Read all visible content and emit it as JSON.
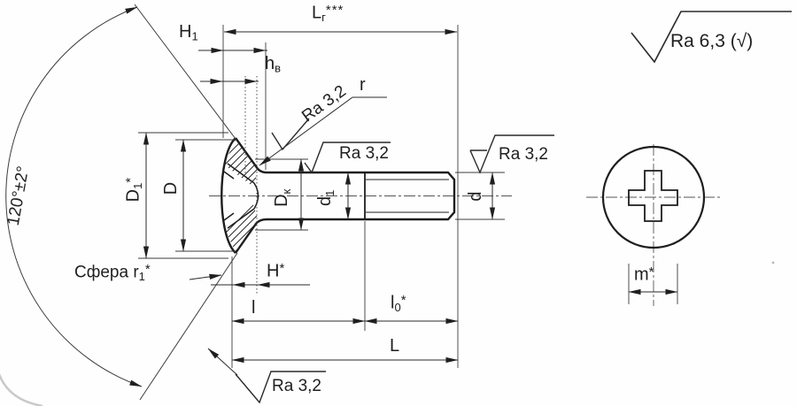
{
  "labels": {
    "angle": "120°±2°",
    "sphere_note": {
      "text": "Сфера r",
      "sub": "1",
      "sup": "*"
    },
    "roughness_local": "Ra 3,2",
    "roughness_general": "Ra 6,3 (√)",
    "fillet": "r",
    "dims": {
      "lg": {
        "base": "L",
        "sub": "г",
        "sup": "***"
      },
      "h1": {
        "base": "H",
        "sub": "1"
      },
      "hb": {
        "base": "h",
        "sub": "в"
      },
      "D1": {
        "base": "D",
        "sub": "1",
        "sup": "*"
      },
      "D": {
        "base": "D"
      },
      "Dk": {
        "base": "D",
        "sub": "к"
      },
      "d1": {
        "base": "d",
        "sub": "1"
      },
      "d": {
        "base": "d"
      },
      "H": {
        "base": "H",
        "sup": "*"
      },
      "l": {
        "base": "l"
      },
      "l0": {
        "base": "l",
        "sub": "0",
        "sup": "*"
      },
      "L": {
        "base": "L"
      },
      "m": {
        "base": "m",
        "sup": "*"
      }
    }
  }
}
